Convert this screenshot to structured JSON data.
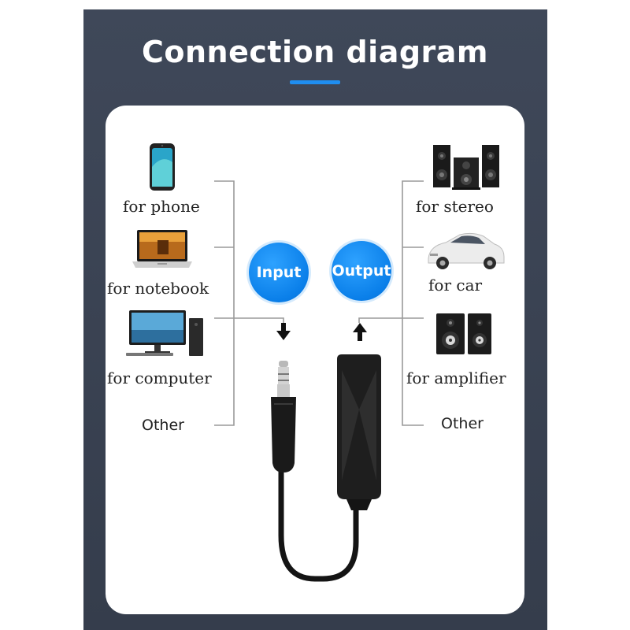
{
  "title": "Connection diagram",
  "colors": {
    "panel": "#3a4252",
    "accent": "#1f8ef0",
    "bubble": "#0a7fe9",
    "line": "#9a9a9a"
  },
  "input_label": "Input",
  "output_label": "Output",
  "inputs": [
    {
      "label": "for phone",
      "icon": "smartphone-icon"
    },
    {
      "label": "for notebook",
      "icon": "laptop-icon"
    },
    {
      "label": "for computer",
      "icon": "desktop-computer-icon"
    },
    {
      "label": "Other"
    }
  ],
  "outputs": [
    {
      "label": "for stereo",
      "icon": "stereo-speakers-icon"
    },
    {
      "label": "for car",
      "icon": "car-icon"
    },
    {
      "label": "for amplifier",
      "icon": "amplifier-speakers-icon"
    },
    {
      "label": "Other"
    }
  ]
}
